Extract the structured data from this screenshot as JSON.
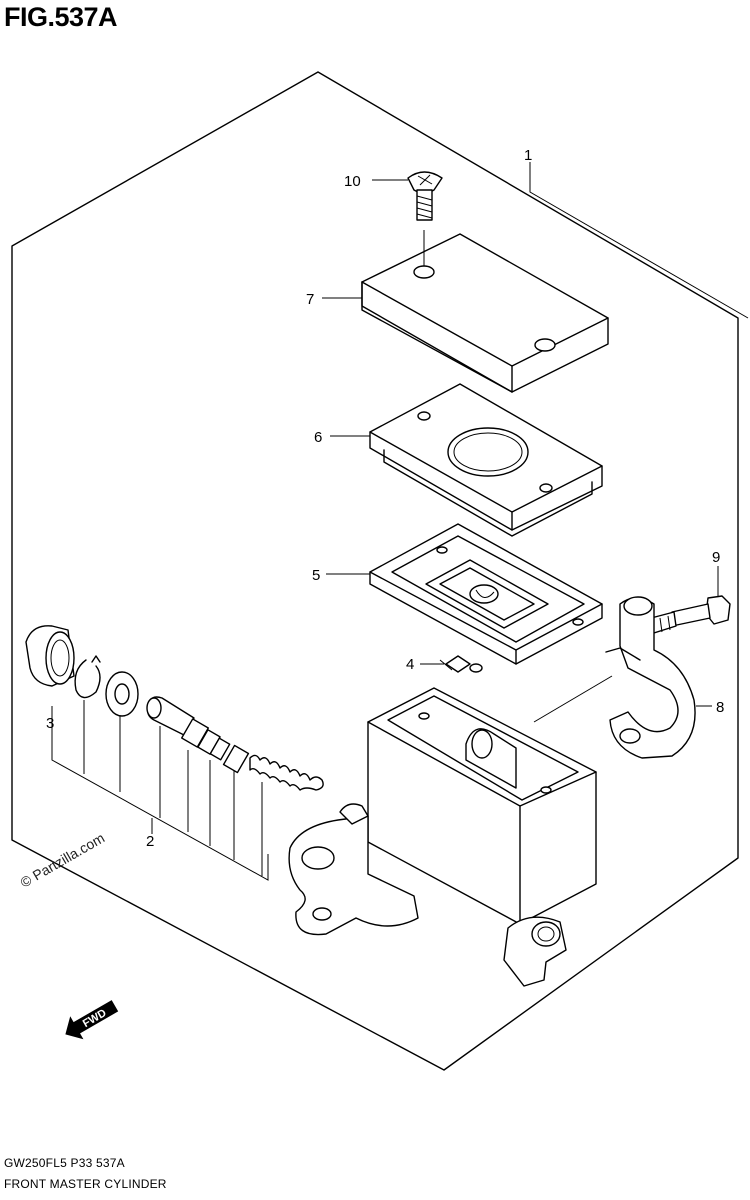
{
  "figure_title": "FIG.537A",
  "callouts": [
    {
      "id": "1",
      "label": "1"
    },
    {
      "id": "2",
      "label": "2"
    },
    {
      "id": "3",
      "label": "3"
    },
    {
      "id": "4",
      "label": "4"
    },
    {
      "id": "5",
      "label": "5"
    },
    {
      "id": "6",
      "label": "6"
    },
    {
      "id": "7",
      "label": "7"
    },
    {
      "id": "8",
      "label": "8"
    },
    {
      "id": "9",
      "label": "9"
    },
    {
      "id": "10",
      "label": "10"
    }
  ],
  "watermark": "© Partzilla.com",
  "direction_arrow": {
    "label": "FWD",
    "icon": "fwd-arrow-icon"
  },
  "footer": {
    "code": "GW250FL5  P33  537A",
    "name": "FRONT MASTER CYLINDER"
  }
}
